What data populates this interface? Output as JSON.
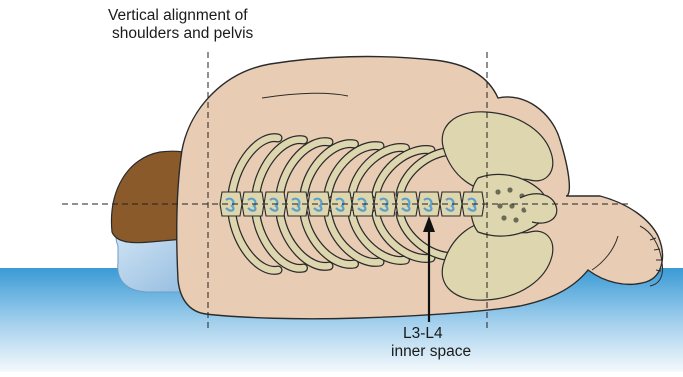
{
  "labels": {
    "alignment_line1": "Vertical alignment of",
    "alignment_line2": "shoulders and pelvis",
    "level_line1": "L3-L4",
    "level_line2": "inner space"
  },
  "colors": {
    "skin": "#e8cdb4",
    "skin_outline": "#2b2b2b",
    "bone": "#ddd6ae",
    "bone_shadow": "#c7bd8c",
    "hair": "#8a5a2b",
    "pillow": "#a9c9e6",
    "water_top": "#3a9bd5",
    "water_bottom": "#eef6fb",
    "disc": "#5aa0c8",
    "guide_line": "#222222"
  }
}
